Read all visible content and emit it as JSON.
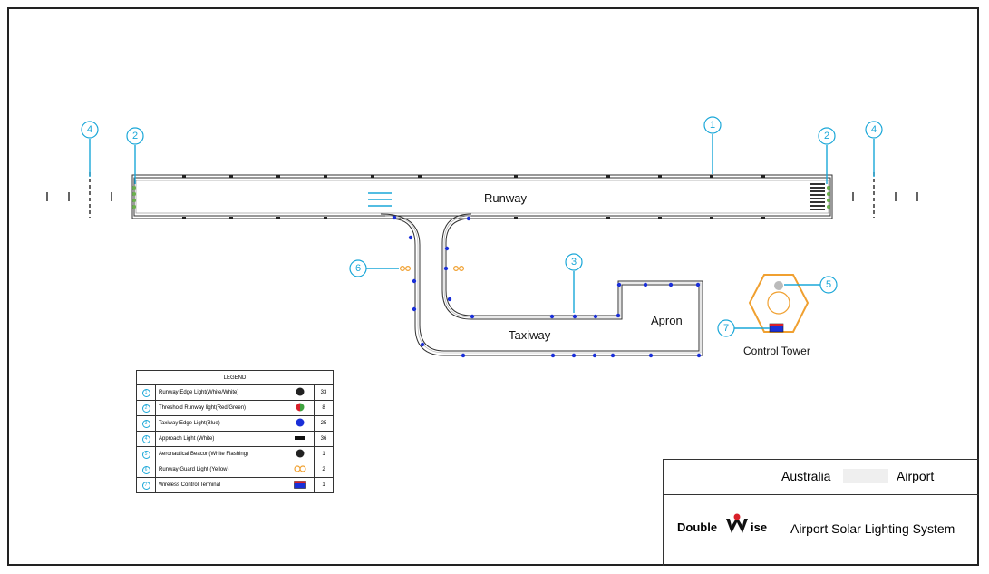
{
  "labels": {
    "runway": "Runway",
    "taxiway": "Taxiway",
    "apron": "Apron",
    "control_tower": "Control Tower"
  },
  "callouts": [
    "1",
    "2",
    "3",
    "4",
    "5",
    "6",
    "7"
  ],
  "legend": {
    "title": "LEGEND",
    "rows": [
      {
        "num": "1",
        "name": "Runway Edge Light(White/White)",
        "symbol": "black-dot",
        "qty": "33"
      },
      {
        "num": "2",
        "name": "Threshold Runway light(Red/Green)",
        "symbol": "red-green-dot",
        "qty": "8"
      },
      {
        "num": "3",
        "name": "Taxiway Edge Light(Blue)",
        "symbol": "blue-dot",
        "qty": "25"
      },
      {
        "num": "4",
        "name": "Approach Light (White)",
        "symbol": "black-bar",
        "qty": "36"
      },
      {
        "num": "5",
        "name": "Aeronautical Beacon(White Flashing)",
        "symbol": "black-dot",
        "qty": "1"
      },
      {
        "num": "6",
        "name": "Runway Guard Light (Yellow)",
        "symbol": "yellow-pair",
        "qty": "2"
      },
      {
        "num": "7",
        "name": "Wireless Control Terminal",
        "symbol": "terminal",
        "qty": "1"
      }
    ]
  },
  "title_block": {
    "country": "Australia",
    "airport": "Airport",
    "brand_left": "Double",
    "brand_right": "ise",
    "system": "Airport Solar Lighting System"
  },
  "colors": {
    "callout": "#1aa7d8",
    "taxi_light": "#1a2fd8",
    "guard": "#f0a030",
    "tower": "#f0a030",
    "brand_red": "#d8202a"
  }
}
